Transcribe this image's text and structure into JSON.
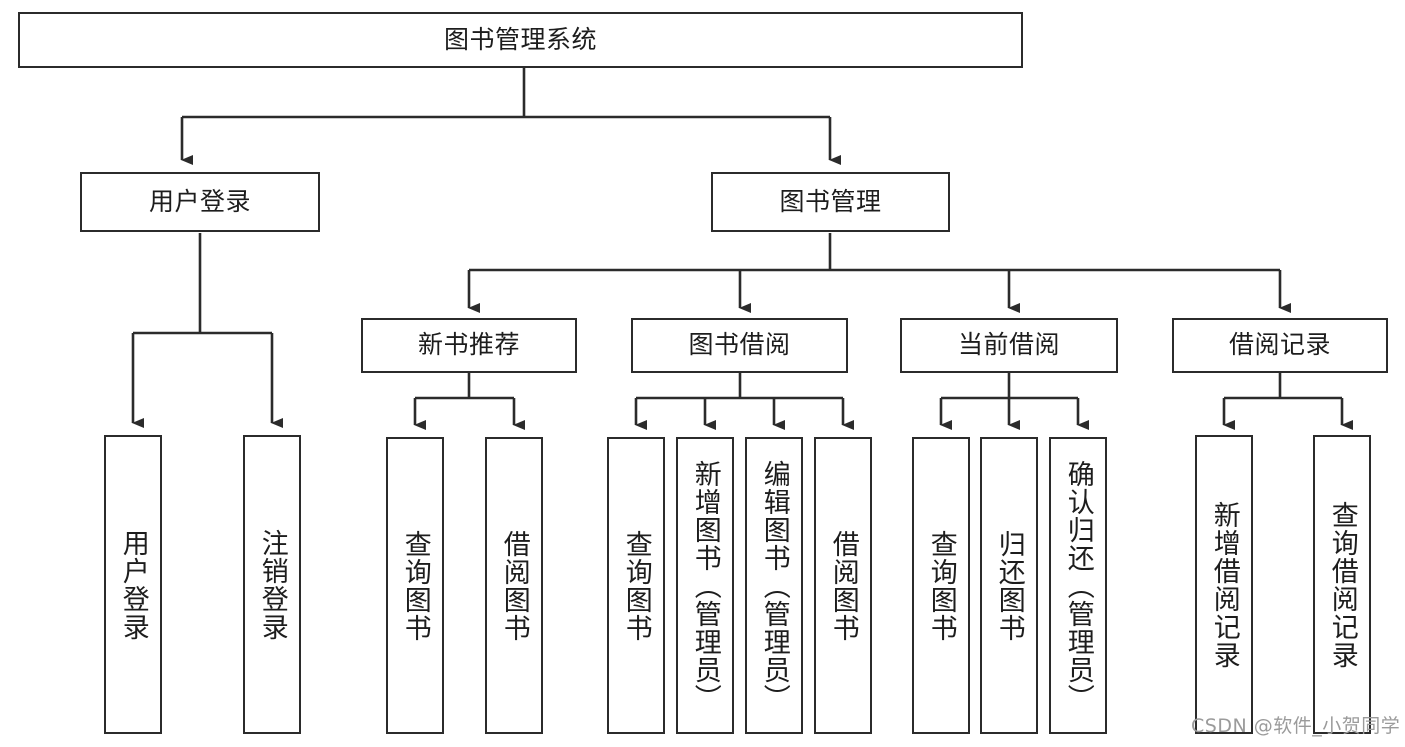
{
  "diagram": {
    "title": "图书管理系统",
    "type": "tree-hierarchy-chart",
    "root": {
      "label": "图书管理系统"
    },
    "level2": [
      {
        "label": "用户登录"
      },
      {
        "label": "图书管理"
      }
    ],
    "level3": [
      {
        "label": "新书推荐"
      },
      {
        "label": "图书借阅"
      },
      {
        "label": "当前借阅"
      },
      {
        "label": "借阅记录"
      }
    ],
    "leaves": {
      "user_login": [
        {
          "label": "用户登录"
        },
        {
          "label": "注销登录"
        }
      ],
      "new_book": [
        {
          "label": "查询图书"
        },
        {
          "label": "借阅图书"
        }
      ],
      "book_borrow": [
        {
          "label": "查询图书"
        },
        {
          "label": "新增图书（管理员）"
        },
        {
          "label": "编辑图书（管理员）"
        },
        {
          "label": "借阅图书"
        }
      ],
      "current_borrow": [
        {
          "label": "查询图书"
        },
        {
          "label": "归还图书"
        },
        {
          "label": "确认归还（管理员）"
        }
      ],
      "borrow_record": [
        {
          "label": "新增借阅记录"
        },
        {
          "label": "查询借阅记录"
        }
      ]
    }
  },
  "watermark": {
    "text": "CSDN @软件_小贺同学"
  },
  "colors": {
    "stroke": "#2b2b2b",
    "background": "#ffffff",
    "text": "#1d1d1d",
    "watermark": "#9b9b9b"
  }
}
